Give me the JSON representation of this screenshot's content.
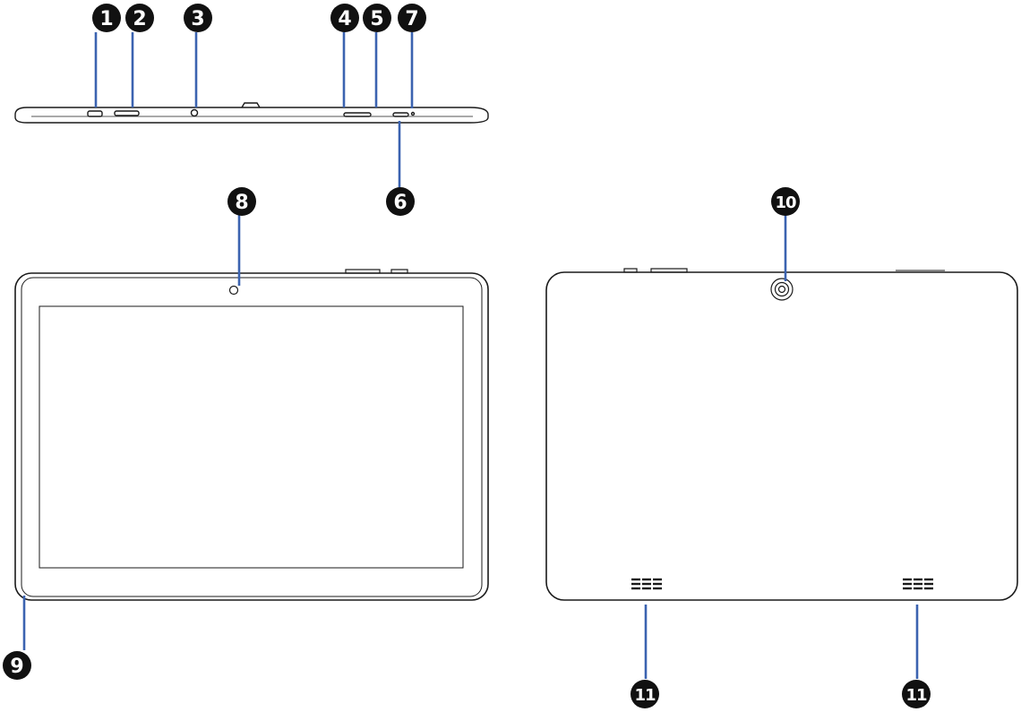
{
  "callouts": [
    {
      "id": "c1",
      "label": "1"
    },
    {
      "id": "c2",
      "label": "2"
    },
    {
      "id": "c3",
      "label": "3"
    },
    {
      "id": "c4",
      "label": "4"
    },
    {
      "id": "c5",
      "label": "5"
    },
    {
      "id": "c7",
      "label": "7"
    },
    {
      "id": "c6",
      "label": "6"
    },
    {
      "id": "c8",
      "label": "8"
    },
    {
      "id": "c9",
      "label": "9"
    },
    {
      "id": "c10",
      "label": "10"
    },
    {
      "id": "c11a",
      "label": "11"
    },
    {
      "id": "c11b",
      "label": "11"
    }
  ],
  "colors": {
    "outline": "#1a1a1a",
    "leader": "#3b63b0",
    "badge_fill": "#111111",
    "badge_text": "#ffffff"
  }
}
